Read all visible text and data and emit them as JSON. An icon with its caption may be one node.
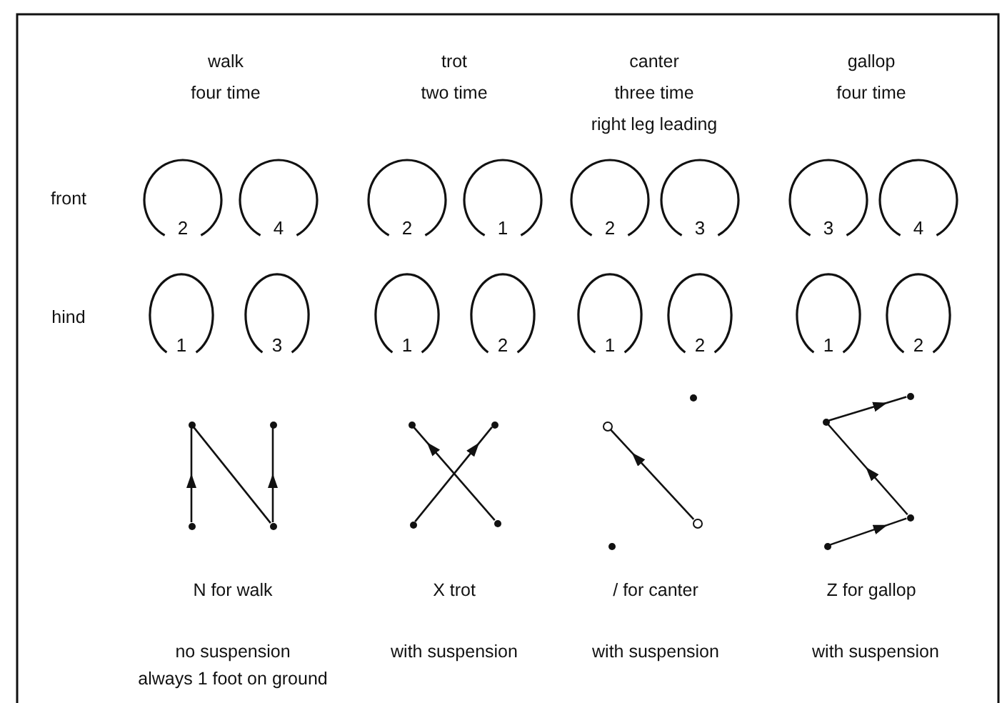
{
  "diagram": {
    "nodes": [
      {
        "text": [
          "2"
        ]
      },
      {
        "text": [
          "4"
        ]
      },
      {
        "text": [
          "2"
        ]
      },
      {
        "text": [
          "1"
        ]
      },
      {
        "text": [
          "2"
        ]
      },
      {
        "text": [
          "3"
        ]
      },
      {
        "text": [
          "3"
        ]
      },
      {
        "text": [
          "4"
        ]
      },
      {
        "text": [
          "1"
        ]
      },
      {
        "text": [
          "3"
        ]
      },
      {
        "text": [
          "1"
        ]
      },
      {
        "text": [
          "2"
        ]
      },
      {
        "text": [
          "1"
        ]
      },
      {
        "text": [
          "2"
        ]
      },
      {
        "text": [
          "1"
        ]
      },
      {
        "text": [
          "2"
        ]
      },
      {
        "text": [],
        "shape": "dot"
      },
      {
        "text": [],
        "shape": "dot"
      },
      {
        "text": [],
        "shape": "dot"
      },
      {
        "text": [],
        "shape": "dot"
      },
      {
        "text": [],
        "shape": "dot"
      },
      {
        "text": [],
        "shape": "dot"
      },
      {
        "text": [],
        "shape": "dot"
      },
      {
        "text": [],
        "shape": "dot"
      },
      {
        "text": [],
        "shape": "dot"
      },
      {
        "text": [],
        "shape": "circle"
      },
      {
        "text": [],
        "shape": "circle"
      },
      {
        "text": [],
        "shape": "dot"
      },
      {
        "text": [],
        "shape": "dot"
      },
      {
        "text": [],
        "shape": "dot"
      },
      {
        "text": [],
        "shape": "dot"
      },
      {
        "text": [],
        "shape": "dot"
      }
    ],
    "edges": [
      {
        "from": 18,
        "to": 16,
        "arrow": "to"
      },
      {
        "from": 16,
        "to": 19,
        "arrow": "none"
      },
      {
        "from": 19,
        "to": 17,
        "arrow": "to"
      },
      {
        "from": 23,
        "to": 20,
        "arrow": "to"
      },
      {
        "from": 22,
        "to": 21,
        "arrow": "to"
      },
      {
        "from": 26,
        "to": 25,
        "arrow": "to"
      },
      {
        "from": 31,
        "to": 30,
        "arrow": "to"
      },
      {
        "from": 30,
        "to": 29,
        "arrow": "to"
      },
      {
        "from": 29,
        "to": 28,
        "arrow": "to"
      }
    ],
    "labels": [
      "walk",
      "four time",
      "trot",
      "two time",
      "canter",
      "three time",
      "right leg leading",
      "gallop",
      "four time",
      "front",
      "hind",
      "N for walk",
      "X trot",
      "/ for canter",
      "Z for gallop",
      "no suspension",
      "always 1 foot on ground",
      "with suspension",
      "with suspension",
      "with suspension"
    ]
  }
}
